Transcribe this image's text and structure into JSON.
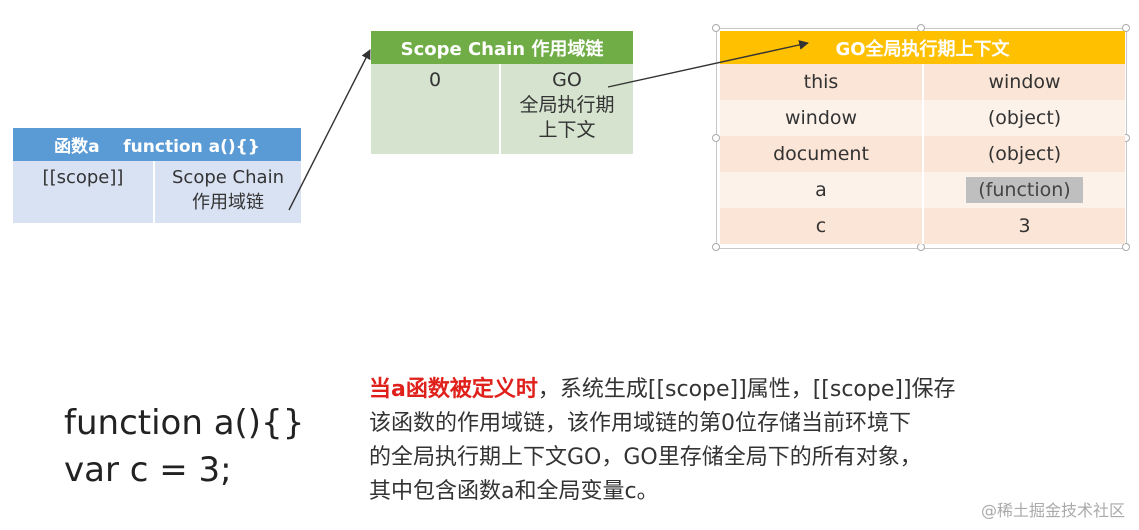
{
  "function_table": {
    "header": "函数a    function a(){}",
    "cells": [
      "[[scope]]",
      "Scope Chain\n作用域链"
    ]
  },
  "scope_chain_table": {
    "header": "Scope Chain 作用域链",
    "cells": [
      "0",
      "GO\n全局执行期\n上下文"
    ]
  },
  "go_table": {
    "header": "GO全局执行期上下文",
    "rows": [
      {
        "key": "this",
        "value": "window"
      },
      {
        "key": "window",
        "value": "(object)"
      },
      {
        "key": "document",
        "value": "(object)"
      },
      {
        "key": "a",
        "value": "(function)"
      },
      {
        "key": "c",
        "value": "3"
      }
    ]
  },
  "code": [
    "function a(){}",
    "var c = 3;"
  ],
  "description": {
    "highlight": "当a函数被定义时",
    "lines": [
      "，系统生成[[scope]]属性，[[scope]]保存",
      "该函数的作用域链，该作用域链的第0位存储当前环境下",
      "的全局执行期上下文GO，GO里存储全局下的所有对象，",
      "其中包含函数a和全局变量c。"
    ]
  },
  "watermark": "@稀土掘金技术社区",
  "colors": {
    "function_header": "#5b9bd5",
    "scope_header": "#70ad47",
    "go_header": "#ffc000",
    "highlight_text": "#e0201b"
  }
}
